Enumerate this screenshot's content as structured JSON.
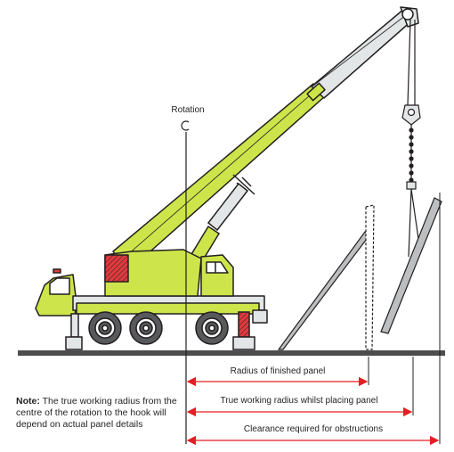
{
  "diagram": {
    "rotation_label": "Rotation",
    "dimensions": [
      {
        "label": "Radius of finished panel"
      },
      {
        "label": "True working radius whilst placing panel"
      },
      {
        "label": "Clearance required for obstructions"
      }
    ],
    "note": {
      "title": "Note:",
      "text": "The true working radius from the centre of the rotation to the hook will depend on actual panel details"
    }
  },
  "colors": {
    "crane_body": "#cde54a",
    "boom_light": "#e2e6e6",
    "outline": "#231f20",
    "counterweight": "#e03a3e",
    "arrow": "#e31e24",
    "wheel": "#58595b",
    "ground": "#4d4d4f",
    "panel": "#bcbec0"
  }
}
